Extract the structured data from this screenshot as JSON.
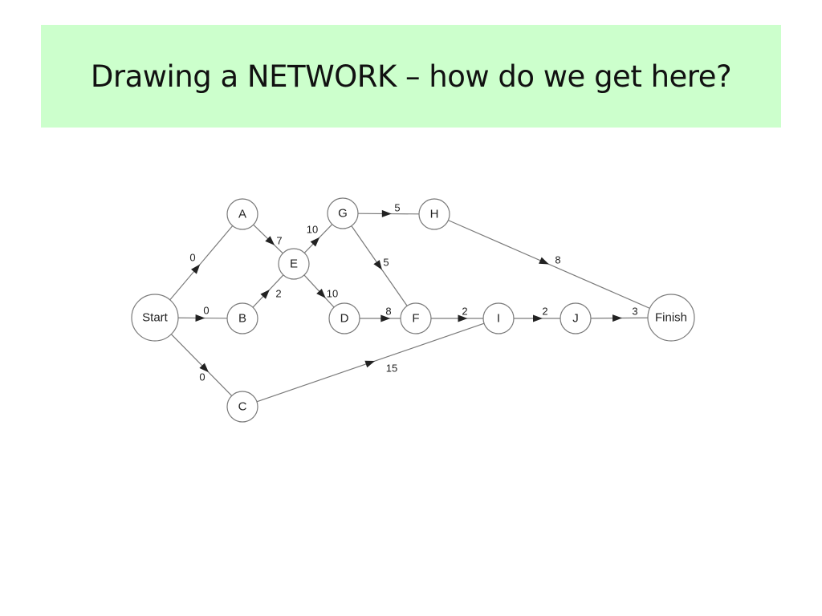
{
  "slide": {
    "title": "Drawing a NETWORK – how do we get here?"
  },
  "network": {
    "nodes": [
      {
        "id": "Start",
        "label": "Start"
      },
      {
        "id": "A",
        "label": "A"
      },
      {
        "id": "B",
        "label": "B"
      },
      {
        "id": "C",
        "label": "C"
      },
      {
        "id": "E",
        "label": "E"
      },
      {
        "id": "G",
        "label": "G"
      },
      {
        "id": "H",
        "label": "H"
      },
      {
        "id": "D",
        "label": "D"
      },
      {
        "id": "F",
        "label": "F"
      },
      {
        "id": "I",
        "label": "I"
      },
      {
        "id": "J",
        "label": "J"
      },
      {
        "id": "Finish",
        "label": "Finish"
      }
    ],
    "edges": [
      {
        "from": "Start",
        "to": "A",
        "weight": "0"
      },
      {
        "from": "Start",
        "to": "B",
        "weight": "0"
      },
      {
        "from": "Start",
        "to": "C",
        "weight": "0"
      },
      {
        "from": "A",
        "to": "E",
        "weight": "7"
      },
      {
        "from": "B",
        "to": "E",
        "weight": "2"
      },
      {
        "from": "E",
        "to": "G",
        "weight": "10"
      },
      {
        "from": "E",
        "to": "D",
        "weight": "10"
      },
      {
        "from": "G",
        "to": "H",
        "weight": "5"
      },
      {
        "from": "G",
        "to": "F",
        "weight": "5"
      },
      {
        "from": "H",
        "to": "Finish",
        "weight": "8"
      },
      {
        "from": "D",
        "to": "F",
        "weight": "8"
      },
      {
        "from": "F",
        "to": "I",
        "weight": "2"
      },
      {
        "from": "C",
        "to": "I",
        "weight": "15"
      },
      {
        "from": "I",
        "to": "J",
        "weight": "2"
      },
      {
        "from": "J",
        "to": "Finish",
        "weight": "3"
      }
    ]
  },
  "colors": {
    "title_band": "#ccffcc",
    "stroke": "#7a7a7a",
    "arrowhead": "#222222"
  }
}
